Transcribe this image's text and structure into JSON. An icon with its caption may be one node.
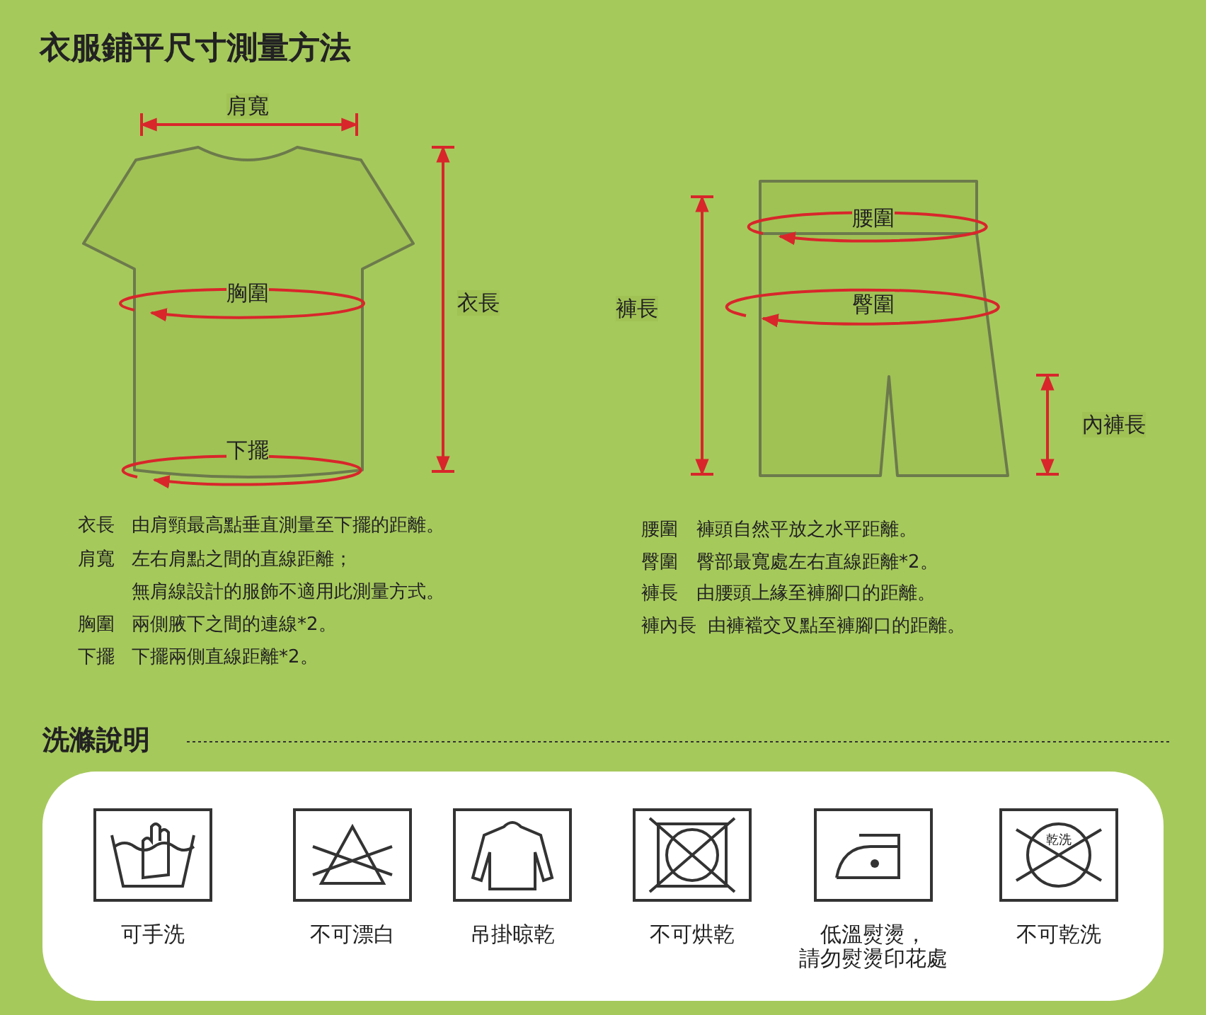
{
  "diagram": {
    "title": "衣服鋪平尺寸測量方法",
    "labels": [
      "肩寬",
      "胸圍",
      "下擺",
      "衣長",
      "腰圍",
      "褲長",
      "臀圍",
      "內褲長",
      "衣長",
      "由肩頸最高點垂直測量至下擺的距離。",
      "肩寬",
      "左右肩點之間的直線距離；",
      "無肩線設計的服飾不適用此測量方式。",
      "胸圍",
      "兩側腋下之間的連線*2。",
      "下擺",
      "下擺兩側直線距離*2。",
      "腰圍",
      "褲頭自然平放之水平距離。",
      "臀圍",
      "臀部最寬處左右直線距離*2。",
      "褲長",
      "由腰頭上緣至褲腳口的距離。",
      "褲內長",
      "由褲襠交叉點至褲腳口的距離。",
      "洗滌說明",
      "乾洗",
      "可手洗",
      "不可漂白",
      "吊掛晾乾",
      "不可烘乾",
      "低溫熨燙，請勿熨燙印花處",
      "不可乾洗"
    ]
  }
}
